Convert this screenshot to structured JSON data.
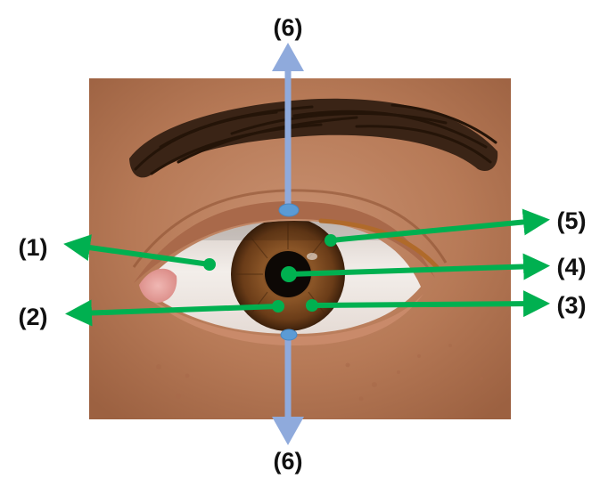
{
  "labels": {
    "l1": "(1)",
    "l2": "(2)",
    "l3": "(3)",
    "l4": "(4)",
    "l5": "(5)",
    "l6_top": "(6)",
    "l6_bottom": "(6)"
  },
  "colors": {
    "pointer_arrow": "#00b050",
    "axis_arrow": "#8faadc",
    "skin": "#b97a58",
    "iris": "#7a4a22",
    "pupil": "#0d0805",
    "sclera": "#f2ece8",
    "eyebrow": "#3a2416"
  },
  "icons": {
    "image": "eye-illustration"
  }
}
